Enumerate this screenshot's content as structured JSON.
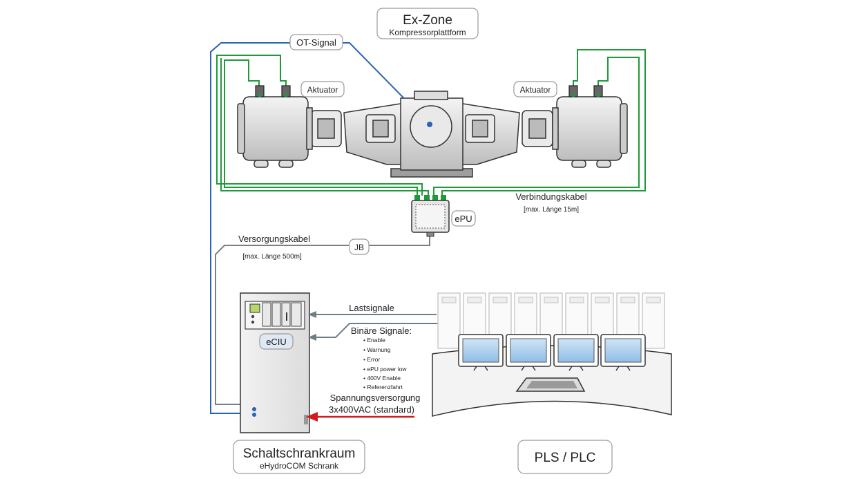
{
  "zone": {
    "title": "Ex-Zone",
    "subtitle": "Kompressorplattform"
  },
  "labels": {
    "ot_signal": "OT-Signal",
    "actuator_left": "Aktuator",
    "actuator_right": "Aktuator",
    "epu": "ePU",
    "jb": "JB",
    "eciu": "eCIU",
    "verbindungskabel": "Verbindungskabel",
    "verbindungskabel_note": "[max. Länge 15m]",
    "versorgungskabel": "Versorgungskabel",
    "versorgungskabel_note": "[max. Länge 500m]",
    "lastsignale": "Lastsignale",
    "binaere_signale": "Binäre Signale:",
    "spannung_line1": "Spannungsversorgung",
    "spannung_line2": "3x400VAC (standard)"
  },
  "binary_signals": [
    "Enable",
    "Warnung",
    "Error",
    "ePU power low",
    "400V Enable",
    "Referenzfahrt"
  ],
  "bottom": {
    "cabinet_title": "Schaltschrankraum",
    "cabinet_subtitle": "eHydroCOM Schrank",
    "pls_title": "PLS / PLC"
  },
  "colors": {
    "ot_signal_line": "#2a63b4",
    "connection_cable": "#1f9a3a",
    "supply_cable": "#7a7f83",
    "power_arrow": "#d11a1a",
    "screen": "#a9cfee"
  }
}
